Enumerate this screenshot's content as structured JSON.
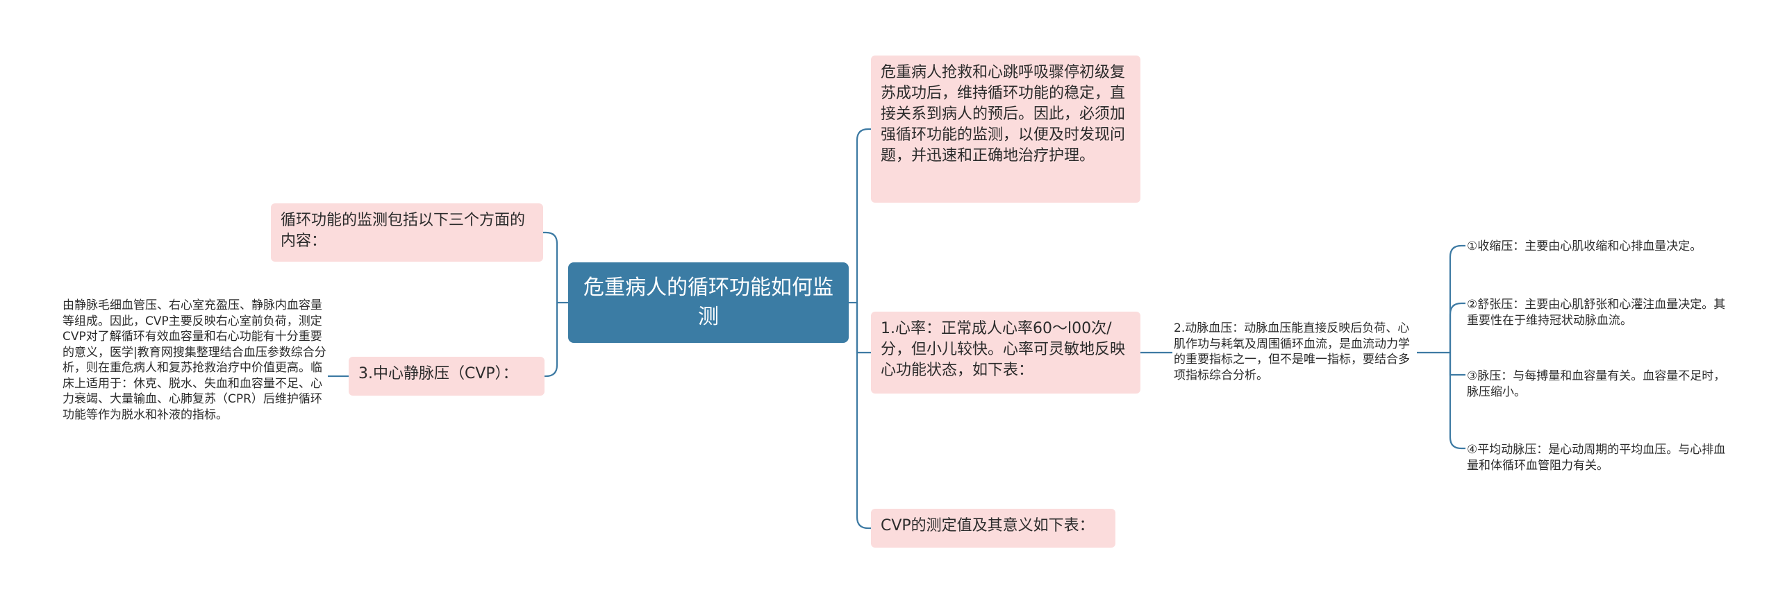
{
  "central": {
    "title": "危重病人的循环功能如何监测"
  },
  "right": {
    "intro": "危重病人抢救和心跳呼吸骤停初级复苏成功后，维持循环功能的稳定，直接关系到病人的预后。因此，必须加强循环功能的监测，以便及时发现问题，并迅速和正确地治疗护理。",
    "heart_rate": "1.心率：正常成人心率60～l00次/分，但小儿较快。心率可灵敏地反映心功能状态，如下表：",
    "cvp_table": "CVP的测定值及其意义如下表："
  },
  "left": {
    "aspects": "循环功能的监测包括以下三个方面的内容：",
    "cvp": "3.中心静脉压（CVP）：",
    "cvp_detail": "由静脉毛细血管压、右心室充盈压、静脉内血容量等组成。因此，CVP主要反映右心室前负荷，测定CVP对了解循环有效血容量和右心功能有十分重要的意义，医学|教育网搜集整理结合血压参数综合分析，则在重危病人和复苏抢救治疗中价值更高。临床上适用于：休克、脱水、失血和血容量不足、心力衰竭、大量输血、心肺复苏（CPR）后维护循环功能等作为脱水和补液的指标。"
  },
  "blood_pressure": {
    "text": "2.动脉血压：动脉血压能直接反映后负荷、心肌作功与耗氧及周围循环血流，是血流动力学的重要指标之一，但不是唯一指标，要结合多项指标综合分析。",
    "items": [
      "①收缩压：主要由心肌收缩和心排血量决定。",
      "②舒张压：主要由心肌舒张和心灌注血量决定。其重要性在于维持冠状动脉血流。",
      "③脉压：与每搏量和血容量有关。血容量不足时，脉压缩小。",
      "④平均动脉压：是心动周期的平均血压。与心排血量和体循环血管阻力有关。"
    ]
  },
  "colors": {
    "central_fill": "#3b7ca4",
    "node_fill": "#fbdcdc",
    "connector": "#3d7aa3"
  }
}
